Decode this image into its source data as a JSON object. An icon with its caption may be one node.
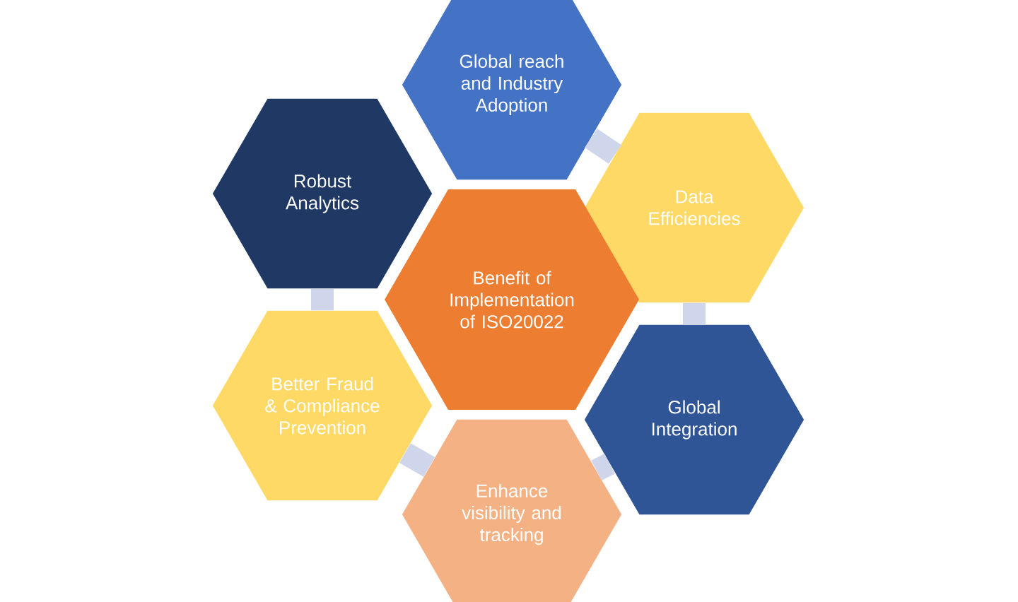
{
  "diagram": {
    "nodes": [
      {
        "text": [
          "Global reach and Industry Adoption"
        ]
      },
      {
        "text": [
          "Robust Analytics"
        ]
      },
      {
        "text": [
          "Data Efficiencies"
        ]
      },
      {
        "text": [
          "Benefit of Implementation of ISO20022"
        ]
      },
      {
        "text": [
          "Better Fraud & Compliance Prevention"
        ]
      },
      {
        "text": [
          "Global Integration"
        ]
      },
      {
        "text": [
          "Enhance visibility and tracking"
        ]
      }
    ],
    "edges": [
      {
        "from": 0,
        "to": 2,
        "arrow": "none"
      },
      {
        "from": 2,
        "to": 5,
        "arrow": "none"
      },
      {
        "from": 5,
        "to": 6,
        "arrow": "none"
      },
      {
        "from": 6,
        "to": 4,
        "arrow": "none"
      },
      {
        "from": 1,
        "to": 4,
        "arrow": "none"
      }
    ]
  }
}
